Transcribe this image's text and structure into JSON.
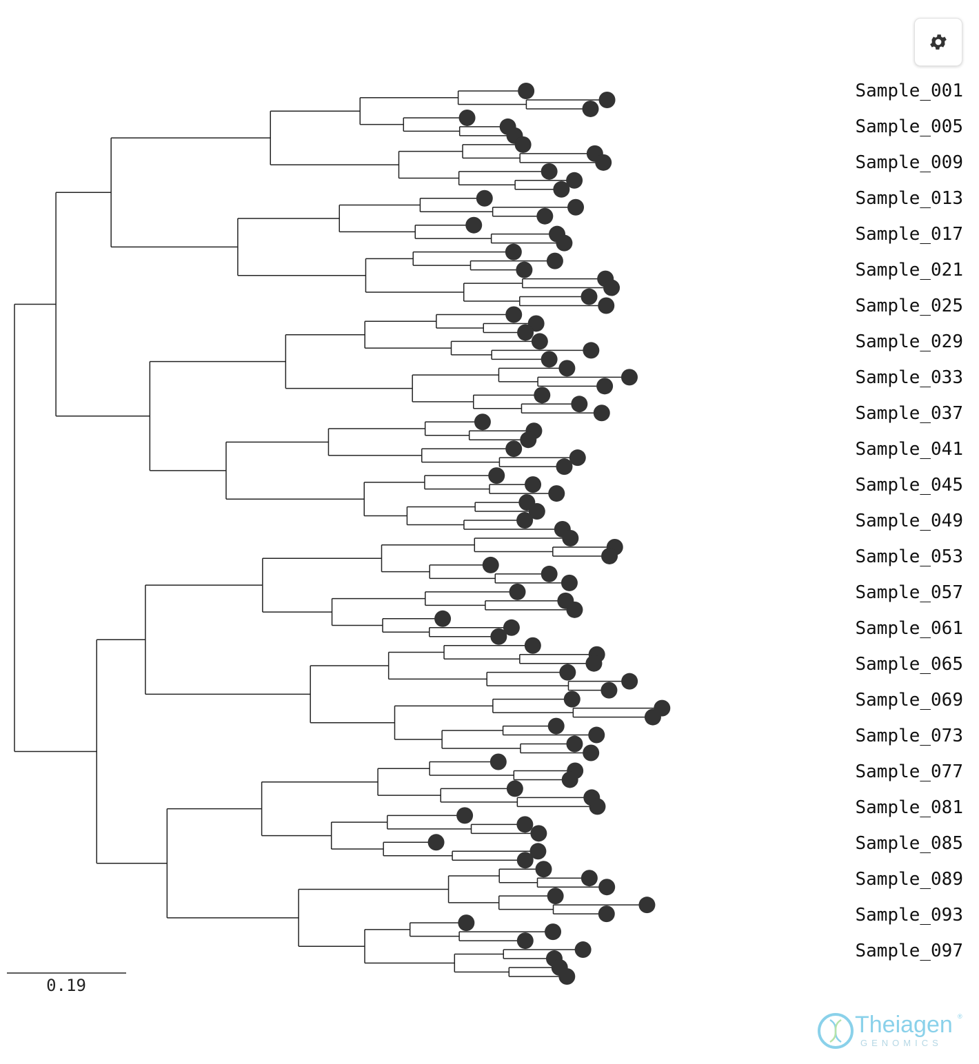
{
  "toolbar": {
    "settings_icon": "gear-icon"
  },
  "scale_bar": {
    "value": "0.19"
  },
  "logo": {
    "word": "Theiagen",
    "sub": "GENOMICS",
    "mark": "®",
    "icon": "dna-icon"
  },
  "tree": {
    "labels": [
      "Sample_001",
      "Sample_005",
      "Sample_009",
      "Sample_013",
      "Sample_017",
      "Sample_021",
      "Sample_025",
      "Sample_029",
      "Sample_033",
      "Sample_037",
      "Sample_041",
      "Sample_045",
      "Sample_049",
      "Sample_053",
      "Sample_057",
      "Sample_061",
      "Sample_065",
      "Sample_069",
      "Sample_073",
      "Sample_077",
      "Sample_081",
      "Sample_085",
      "Sample_089",
      "Sample_093",
      "Sample_097"
    ],
    "seed": 20251,
    "tip_count": 100,
    "colors": {
      "branch": "#222222",
      "tip": "#333333",
      "logo": "#8ad1ea",
      "logo_sub": "#b5d7e5"
    }
  }
}
